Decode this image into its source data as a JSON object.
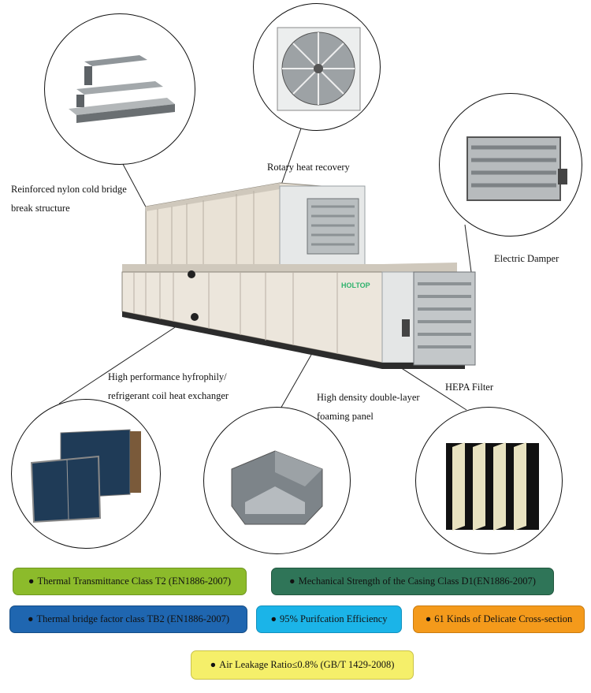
{
  "labels": {
    "reinforced_line1": "Reinforced nylon cold bridge",
    "reinforced_line2": "break structure",
    "rotary": "Rotary heat recovery",
    "damper": "Electric Damper",
    "coil_line1": "High performance hyfrophily/",
    "coil_line2": "refrigerant coil heat exchanger",
    "panel_line1": "High density double-layer",
    "panel_line2": "foaming panel",
    "hepa": "HEPA Filter"
  },
  "brand": {
    "logo_text": "HOLTOP",
    "color": "#2eb26c"
  },
  "badges": [
    {
      "text": "Thermal Transmittance Class T2 (EN1886-2007)",
      "color": "#8cbb2b"
    },
    {
      "text": "Mechanical Strength of the Casing Class D1(EN1886-2007)",
      "color": "#2f7558"
    },
    {
      "text": "Thermal bridge factor class TB2 (EN1886-2007)",
      "color": "#1f66b0"
    },
    {
      "text": "95% Purifcation Efficiency",
      "color": "#1bb4e8"
    },
    {
      "text": "61 Kinds of Delicate Cross-section",
      "color": "#f49a1b"
    },
    {
      "text": "Air Leakage Ratio≤0.8% (GB/T 1429-2008)",
      "color": "#f5ef6a"
    }
  ],
  "bullet": "●"
}
